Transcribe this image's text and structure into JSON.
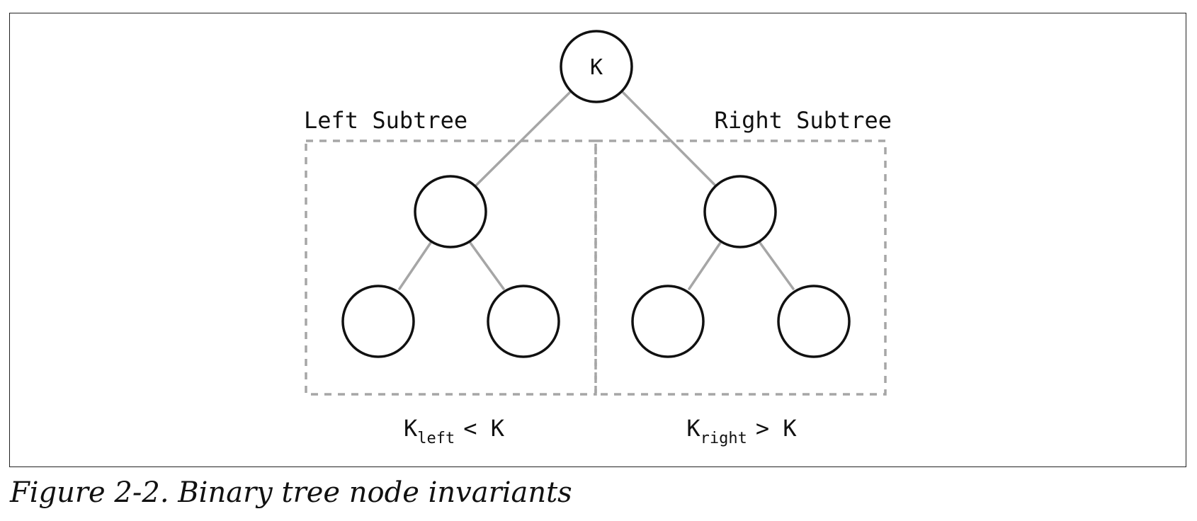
{
  "diagram": {
    "root_label": "K",
    "left_subtree_label": "Left Subtree",
    "right_subtree_label": "Right Subtree",
    "left_invariant": {
      "base": "K",
      "subscript": "left",
      "relation": "< K"
    },
    "right_invariant": {
      "base": "K",
      "subscript": "right",
      "relation": "> K"
    },
    "colors": {
      "node_stroke": "#111111",
      "edge": "#a6a6a6",
      "dashed_box": "#a6a6a6",
      "text": "#111111"
    }
  },
  "caption": "Figure 2-2. Binary tree node invariants"
}
